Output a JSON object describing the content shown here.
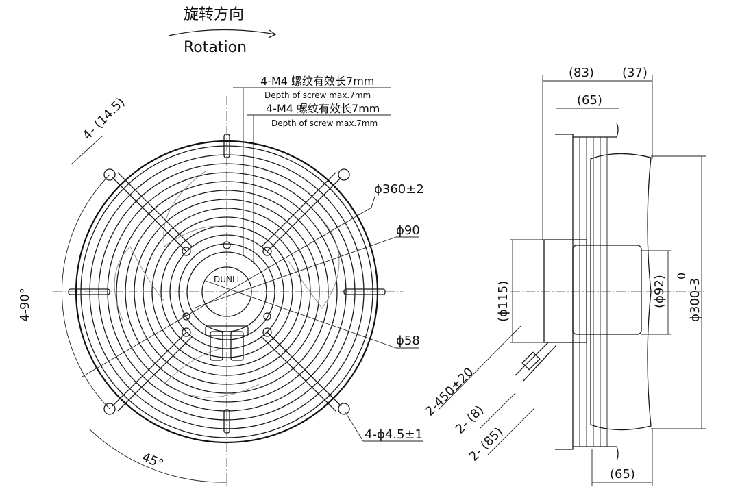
{
  "rotation": {
    "label_cn": "旋转方向",
    "label_en": "Rotation"
  },
  "front_view": {
    "screw_note_1_cn": "4-M4 螺纹有效长7mm",
    "screw_note_1_en": "Depth of screw max.7mm",
    "screw_note_2_cn": "4-M4 螺纹有效长7mm",
    "screw_note_2_en": "Depth of screw max.7mm",
    "dim_slot": "4- (14.5)",
    "dim_outer_diameter": "ϕ360±2",
    "dim_hub_diameter": "ϕ90",
    "dim_inner_diameter": "ϕ58",
    "dim_mount_holes": "4-ϕ4.5±1",
    "dim_angle_4x90": "4-90°",
    "dim_angle_45": "45°",
    "logo_text": "DUNLI"
  },
  "side_view": {
    "dim_83": "(83)",
    "dim_37": "(37)",
    "dim_65_top": "(65)",
    "dim_65_bottom": "(65)",
    "dim_115": "(ϕ115)",
    "dim_92": "(ϕ92)",
    "dim_300": "ϕ300-3",
    "dim_300_tol": "0",
    "dim_cable": "2-450±20",
    "dim_8": "2- (8)",
    "dim_85": "2- (85)"
  }
}
